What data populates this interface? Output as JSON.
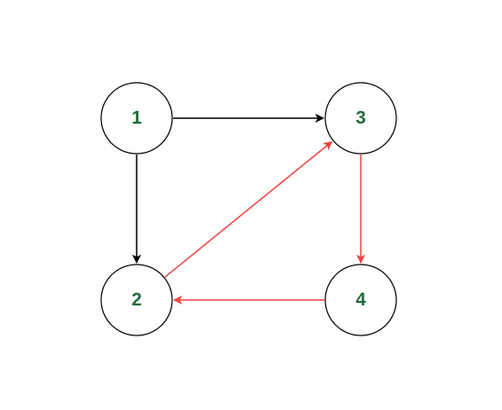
{
  "diagram": {
    "type": "directed-graph",
    "colors": {
      "label": "#1a6b3a",
      "edge_default": "#000000",
      "edge_highlight": "#f04444"
    },
    "nodes": [
      {
        "id": "1",
        "label": "1"
      },
      {
        "id": "2",
        "label": "2"
      },
      {
        "id": "3",
        "label": "3"
      },
      {
        "id": "4",
        "label": "4"
      }
    ],
    "edges": [
      {
        "from": "1",
        "to": "3",
        "highlighted": false
      },
      {
        "from": "1",
        "to": "2",
        "highlighted": false
      },
      {
        "from": "2",
        "to": "3",
        "highlighted": true
      },
      {
        "from": "3",
        "to": "4",
        "highlighted": true
      },
      {
        "from": "4",
        "to": "2",
        "highlighted": true
      }
    ]
  }
}
